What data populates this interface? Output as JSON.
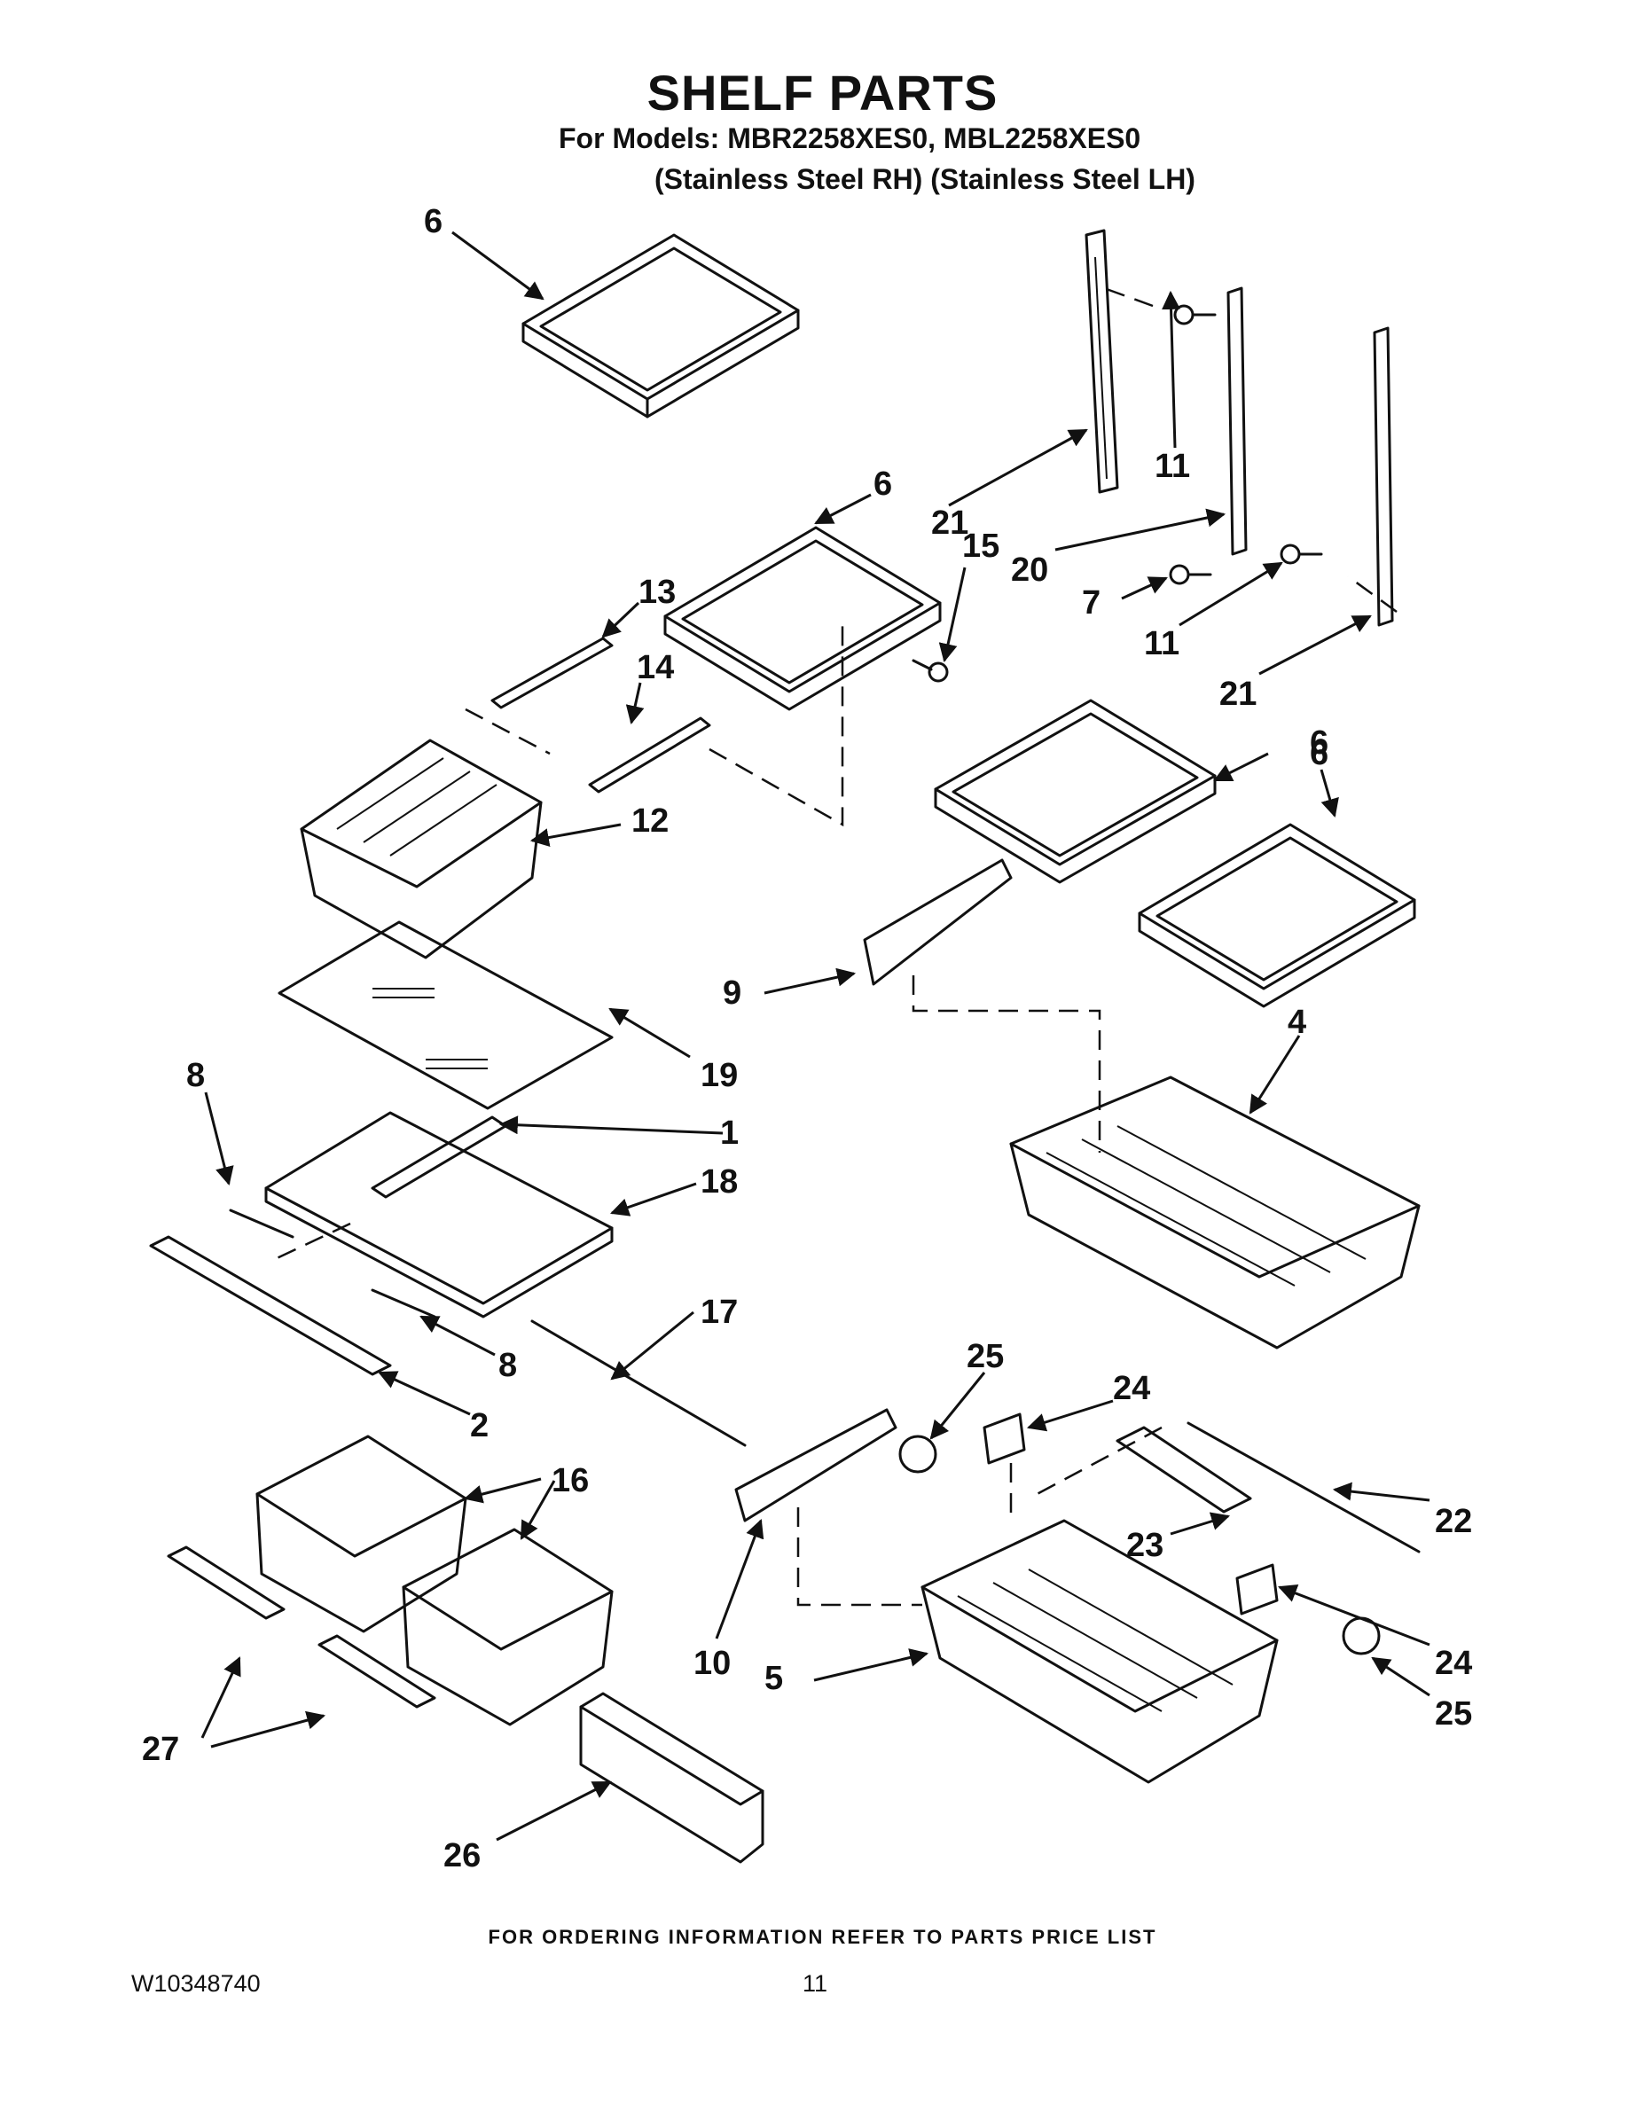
{
  "header": {
    "title": "SHELF PARTS",
    "models_line": "For Models: MBR2258XES0, MBL2258XES0",
    "variants_line": "(Stainless Steel RH) (Stainless Steel LH)"
  },
  "footer": {
    "ordering_note": "FOR ORDERING INFORMATION REFER TO PARTS PRICE LIST",
    "document_number": "W10348740",
    "page_number": "11"
  },
  "callouts": [
    "6",
    "6",
    "6",
    "6",
    "21",
    "11",
    "21",
    "20",
    "15",
    "7",
    "11",
    "21",
    "13",
    "14",
    "12",
    "9",
    "4",
    "8",
    "19",
    "1",
    "18",
    "17",
    "8",
    "2",
    "25",
    "24",
    "22",
    "23",
    "24",
    "25",
    "16",
    "10",
    "5",
    "27",
    "26"
  ]
}
